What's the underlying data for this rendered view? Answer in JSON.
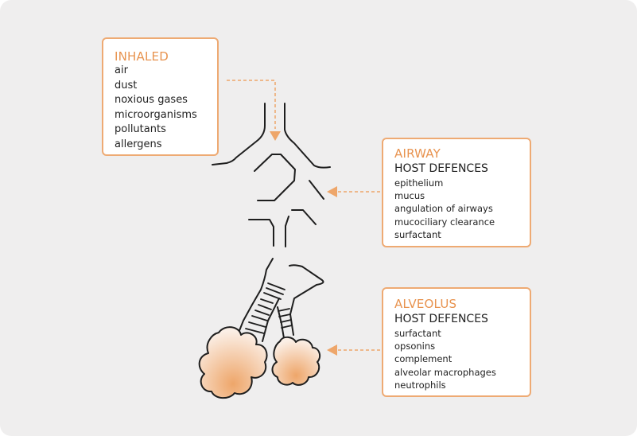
{
  "diagram": {
    "colors": {
      "background": "#efeeee",
      "accent": "#eeaa73",
      "heading": "#e8934f",
      "outline": "#1e1e1e",
      "alveolus_fill_light": "#fbefe6",
      "alveolus_fill_dark": "#eea66a"
    },
    "inhaled": {
      "title": "INHALED",
      "items": [
        "air",
        "dust",
        "noxious gases",
        "microorganisms",
        "pollutants",
        "allergens"
      ]
    },
    "airway": {
      "title": "AIRWAY",
      "subtitle": "HOST DEFENCES",
      "items": [
        "epithelium",
        "mucus",
        "angulation of airways",
        "mucociliary clearance",
        "surfactant"
      ]
    },
    "alveolus": {
      "title": "ALVEOLUS",
      "subtitle": "HOST DEFENCES",
      "items": [
        "surfactant",
        "opsonins",
        "complement",
        "alveolar macrophages",
        "neutrophils"
      ]
    }
  }
}
